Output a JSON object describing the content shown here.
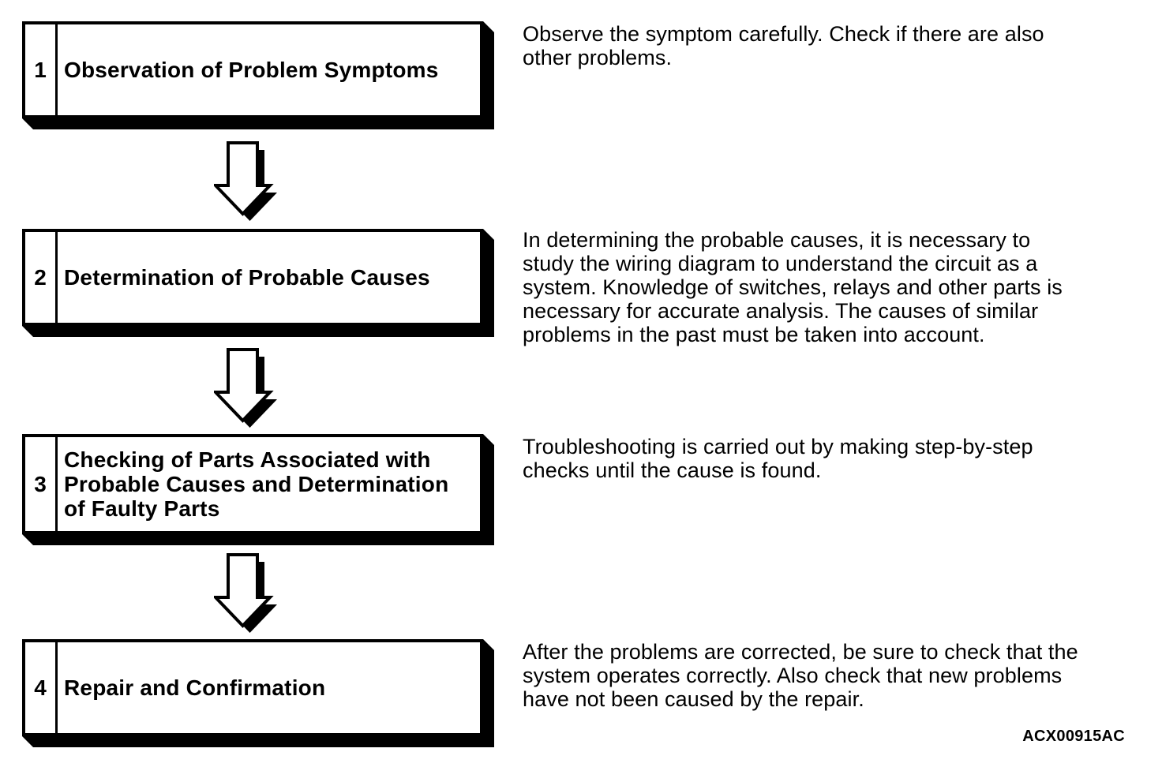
{
  "figure": {
    "code": "ACX00915AC"
  },
  "colors": {
    "background": "#ffffff",
    "ink": "#000000"
  },
  "steps": [
    {
      "number": "1",
      "title": [
        "Observation of Problem Symptoms"
      ],
      "description": [
        "Observe the symptom carefully. Check if there are also",
        "other problems."
      ]
    },
    {
      "number": "2",
      "title": [
        "Determination of Probable Causes"
      ],
      "description": [
        "In determining the probable causes, it is necessary to",
        "study the wiring diagram to understand the circuit as a",
        "system. Knowledge of switches, relays and other parts is",
        "necessary for accurate analysis. The causes of similar",
        "problems in the past must be taken into account."
      ]
    },
    {
      "number": "3",
      "title": [
        "Checking of Parts Associated with",
        "Probable Causes and Determination",
        "of Faulty Parts"
      ],
      "description": [
        "Troubleshooting is carried out by making step-by-step",
        "checks until the cause is found."
      ]
    },
    {
      "number": "4",
      "title": [
        "Repair and Confirmation"
      ],
      "description": [
        "After the problems are corrected, be sure to check that the",
        "system operates correctly. Also check that new problems",
        "have not been caused by the repair."
      ]
    }
  ]
}
